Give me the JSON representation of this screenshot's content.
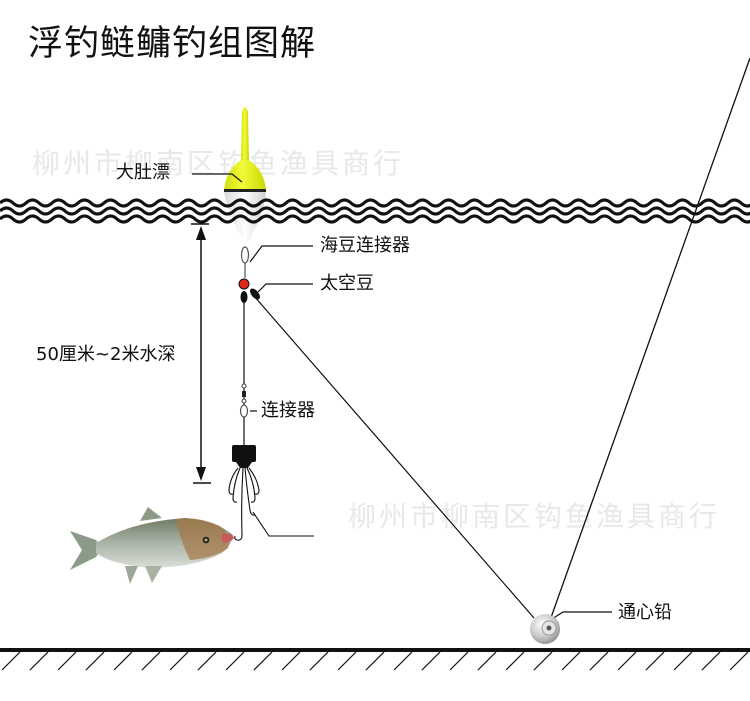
{
  "title": "浮钓鲢鳙钓组图解",
  "watermarks": [
    {
      "text": "柳州市柳南区钩鱼渔具商行",
      "position": "upper-left"
    },
    {
      "text": "柳州市柳南区钩鱼渔具商行",
      "position": "lower-right"
    }
  ],
  "labels": {
    "float": "大肚漂",
    "sea_bean_connector": "海豆连接器",
    "space_bean": "太空豆",
    "depth": "50厘米~2米水深",
    "connector": "连接器",
    "sinker": "通心铅"
  },
  "colors": {
    "float_top": "#e6f21a",
    "float_bottom": "#f2f2f2",
    "space_bean": "#e0261a",
    "line": "#111111",
    "watermark": "#e8e8e8"
  },
  "components": [
    {
      "id": "float",
      "name": "大肚漂"
    },
    {
      "id": "sea-bean-connector",
      "name": "海豆连接器"
    },
    {
      "id": "space-bean",
      "name": "太空豆"
    },
    {
      "id": "connector",
      "name": "连接器"
    },
    {
      "id": "feeder-hook-set",
      "name": "explosion hook set"
    },
    {
      "id": "sinker",
      "name": "通心铅"
    },
    {
      "id": "fish",
      "name": "silver carp"
    }
  ]
}
